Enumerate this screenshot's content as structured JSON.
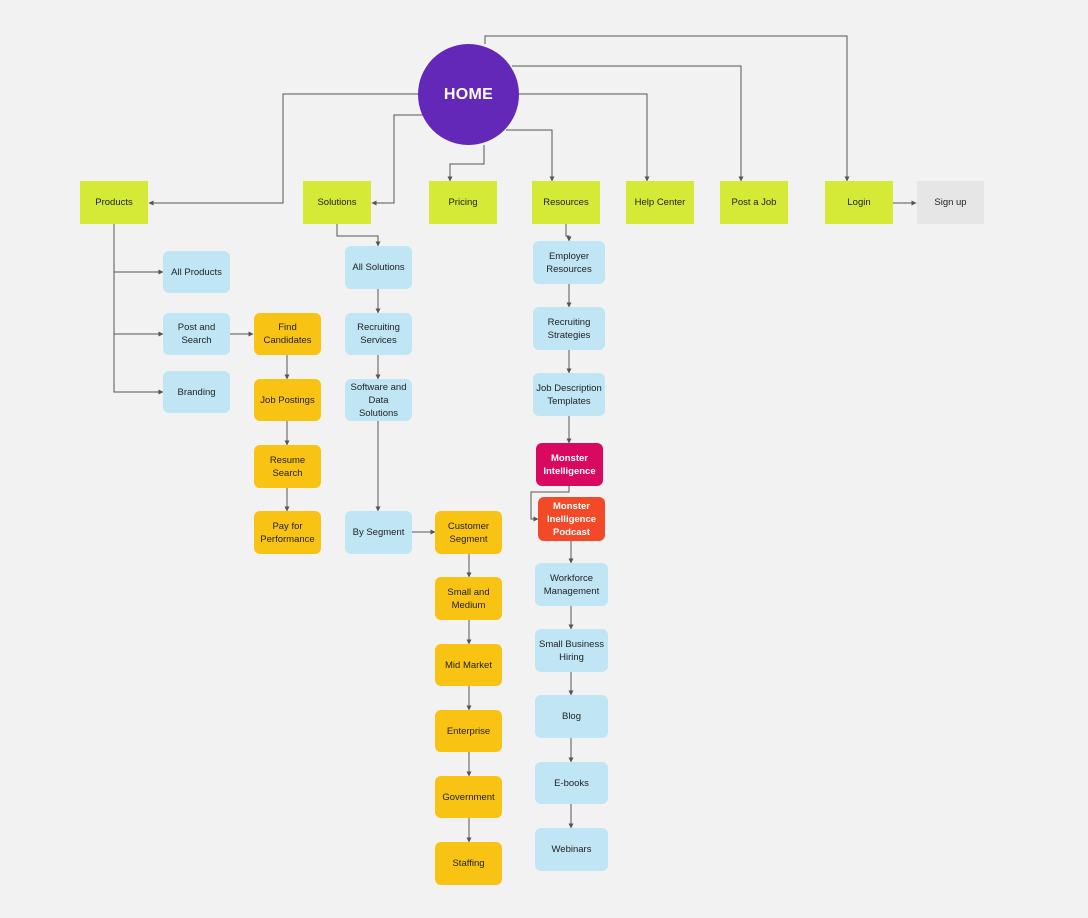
{
  "home": {
    "label": "HOME"
  },
  "top_nav": {
    "products": "Products",
    "solutions": "Solutions",
    "pricing": "Pricing",
    "resources": "Resources",
    "help_center": "Help Center",
    "post_a_job": "Post a Job",
    "login": "Login",
    "sign_up": "Sign up"
  },
  "products": {
    "all_products": "All Products",
    "post_and_search": "Post and Search",
    "branding": "Branding",
    "find_candidates": "Find Candidates",
    "job_postings": "Job Postings",
    "resume_search": "Resume Search",
    "pay_for_performance": "Pay for Performance"
  },
  "solutions": {
    "all_solutions": "All Solutions",
    "recruiting_services": "Recruiting Services",
    "software_and_data": "Software and Data Solutions",
    "by_segment": "By Segment",
    "customer_segment": "Customer Segment",
    "small_and_medium": "Small and Medium",
    "mid_market": "Mid Market",
    "enterprise": "Enterprise",
    "government": "Government",
    "staffing": "Staffing"
  },
  "resources": {
    "employer_resources": "Employer Resources",
    "recruiting_strategies": "Recruiting Strategies",
    "job_description_templates": "Job Description Templates",
    "monster_intelligence": "Monster Intelligence",
    "monster_intelligence_podcast": "Monster Inelligence Podcast",
    "workforce_management": "Workforce Management",
    "small_business_hiring": "Small Business Hiring",
    "blog": "Blog",
    "ebooks": "E-books",
    "webinars": "Webinars"
  },
  "colors": {
    "background": "#f2f2f2",
    "top_level": "#d4ea37",
    "sign_up": "#e6e6e6",
    "second_level": "#c0e6f5",
    "third_level": "#f8c313",
    "highlight_magenta": "#d8095f",
    "highlight_orange": "#f24a28",
    "home_circle": "#6328b8",
    "connector": "#555555"
  }
}
